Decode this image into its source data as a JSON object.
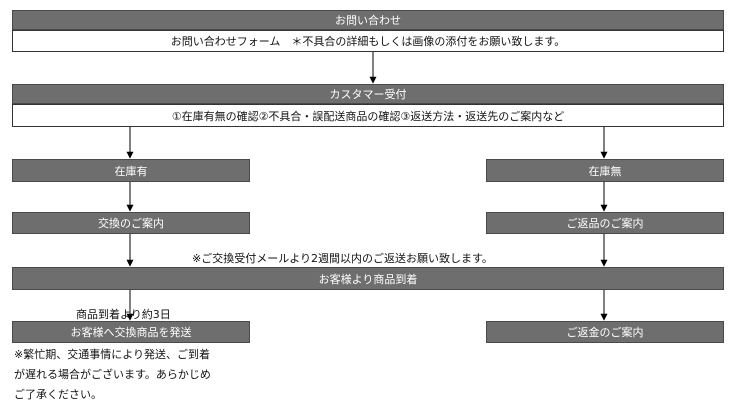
{
  "colors": {
    "bar_fill": "#6e6e6e",
    "bar_text": "#ffffff",
    "line": "#000000"
  },
  "header": {
    "title": "お問い合わせ",
    "detail": "お問い合わせフォーム　＊不具合の詳細もしくは画像の添付をお願い致します。"
  },
  "reception": {
    "title": "カスタマー受付",
    "detail": "①在庫有無の確認②不具合・誤配送商品の確認③返送方法・返送先のご案内など"
  },
  "left_branch": {
    "stock": "在庫有",
    "guide": "交換のご案内",
    "lead_time": "商品到着より約3日",
    "ship": "お客様へ交換商品を発送",
    "notice_lines": [
      "※繁忙期、交通事情により発送、ご到着",
      "が遅れる場合がございます。あらかじめ",
      "ご了承ください。"
    ]
  },
  "right_branch": {
    "stock": "在庫無",
    "guide": "ご返品のご案内",
    "refund": "ご返金のご案内"
  },
  "return_note": "※ご交換受付メールより2週間以内のご返送お願い致します。",
  "arrival": "お客様より商品到着"
}
